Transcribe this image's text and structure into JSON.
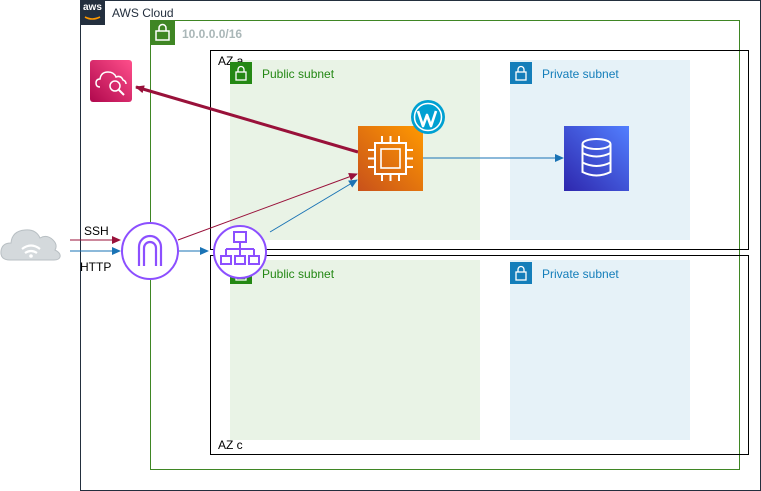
{
  "cloud": {
    "title": "AWS Cloud",
    "logo_text": "aws"
  },
  "vpc": {
    "cidr": "10.0.0.0/16"
  },
  "az_a": {
    "label": "AZ a",
    "public_subnet": {
      "label": "Public subnet"
    },
    "private_subnet": {
      "label": "Private subnet"
    }
  },
  "az_c": {
    "label": "AZ c",
    "public_subnet": {
      "label": "Public subnet"
    },
    "private_subnet": {
      "label": "Private subnet"
    }
  },
  "connections": {
    "ssh_label": "SSH",
    "http_label": "HTTP"
  },
  "icons": {
    "internet": "internet-cloud-icon",
    "monitoring": "cloudwatch-icon",
    "gateway": "internet-gateway-icon",
    "load_balancer": "load-balancer-icon",
    "server": "ec2-instance-icon",
    "cms": "wordpress-icon",
    "database": "rds-database-icon",
    "lock": "lock-icon"
  },
  "colors": {
    "cloud_border": "#232f3e",
    "vpc_border": "#3f8624",
    "public_green": "#248814",
    "private_blue": "#147eba",
    "ssh_arrow": "#99113a",
    "http_arrow": "#1a73b5",
    "ec2_orange": "#ed7100",
    "db_blue": "#3b48cc",
    "monitor_pink": "#e7157b",
    "gateway_purple": "#8c4fff"
  }
}
